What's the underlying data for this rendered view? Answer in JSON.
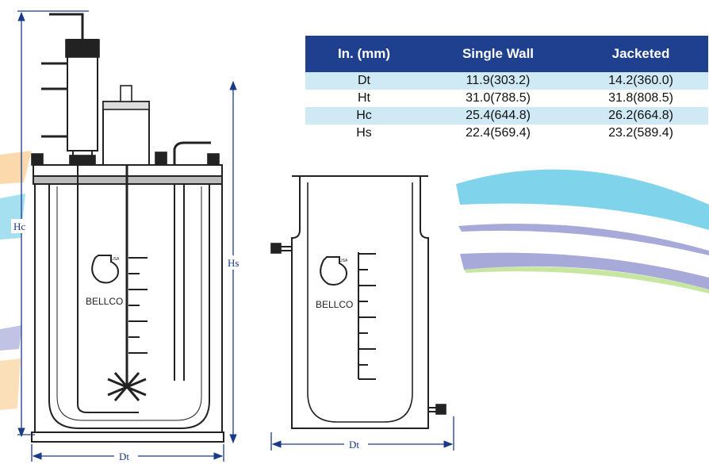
{
  "table": {
    "headers": [
      "In. (mm)",
      "Single Wall",
      "Jacketed"
    ],
    "rows": [
      [
        "Dt",
        "11.9(303.2)",
        "14.2(360.0)"
      ],
      [
        "Ht",
        "31.0(788.5)",
        "31.8(808.5)"
      ],
      [
        "Hc",
        "25.4(644.8)",
        "26.2(664.8)"
      ],
      [
        "Hs",
        "22.4(569.4)",
        "23.2(589.4)"
      ]
    ]
  },
  "labels": {
    "hc": "Hc",
    "hs": "Hs",
    "dt_left": "Dt",
    "dt_right": "Dt",
    "brand_left": "BELLCO",
    "brand_right": "BELLCO",
    "usa_left": "USA",
    "usa_right": "USA"
  },
  "colors": {
    "header_bg": "#1f3f8f",
    "row_stripe": "#cfe9f5",
    "dimension": "#1a3a8a",
    "swoosh_cyan": "#7fd3ea",
    "swoosh_purple": "#a7a9d8",
    "swoosh_green": "#c7e6a0",
    "swoosh_orange": "#f9c98a"
  }
}
